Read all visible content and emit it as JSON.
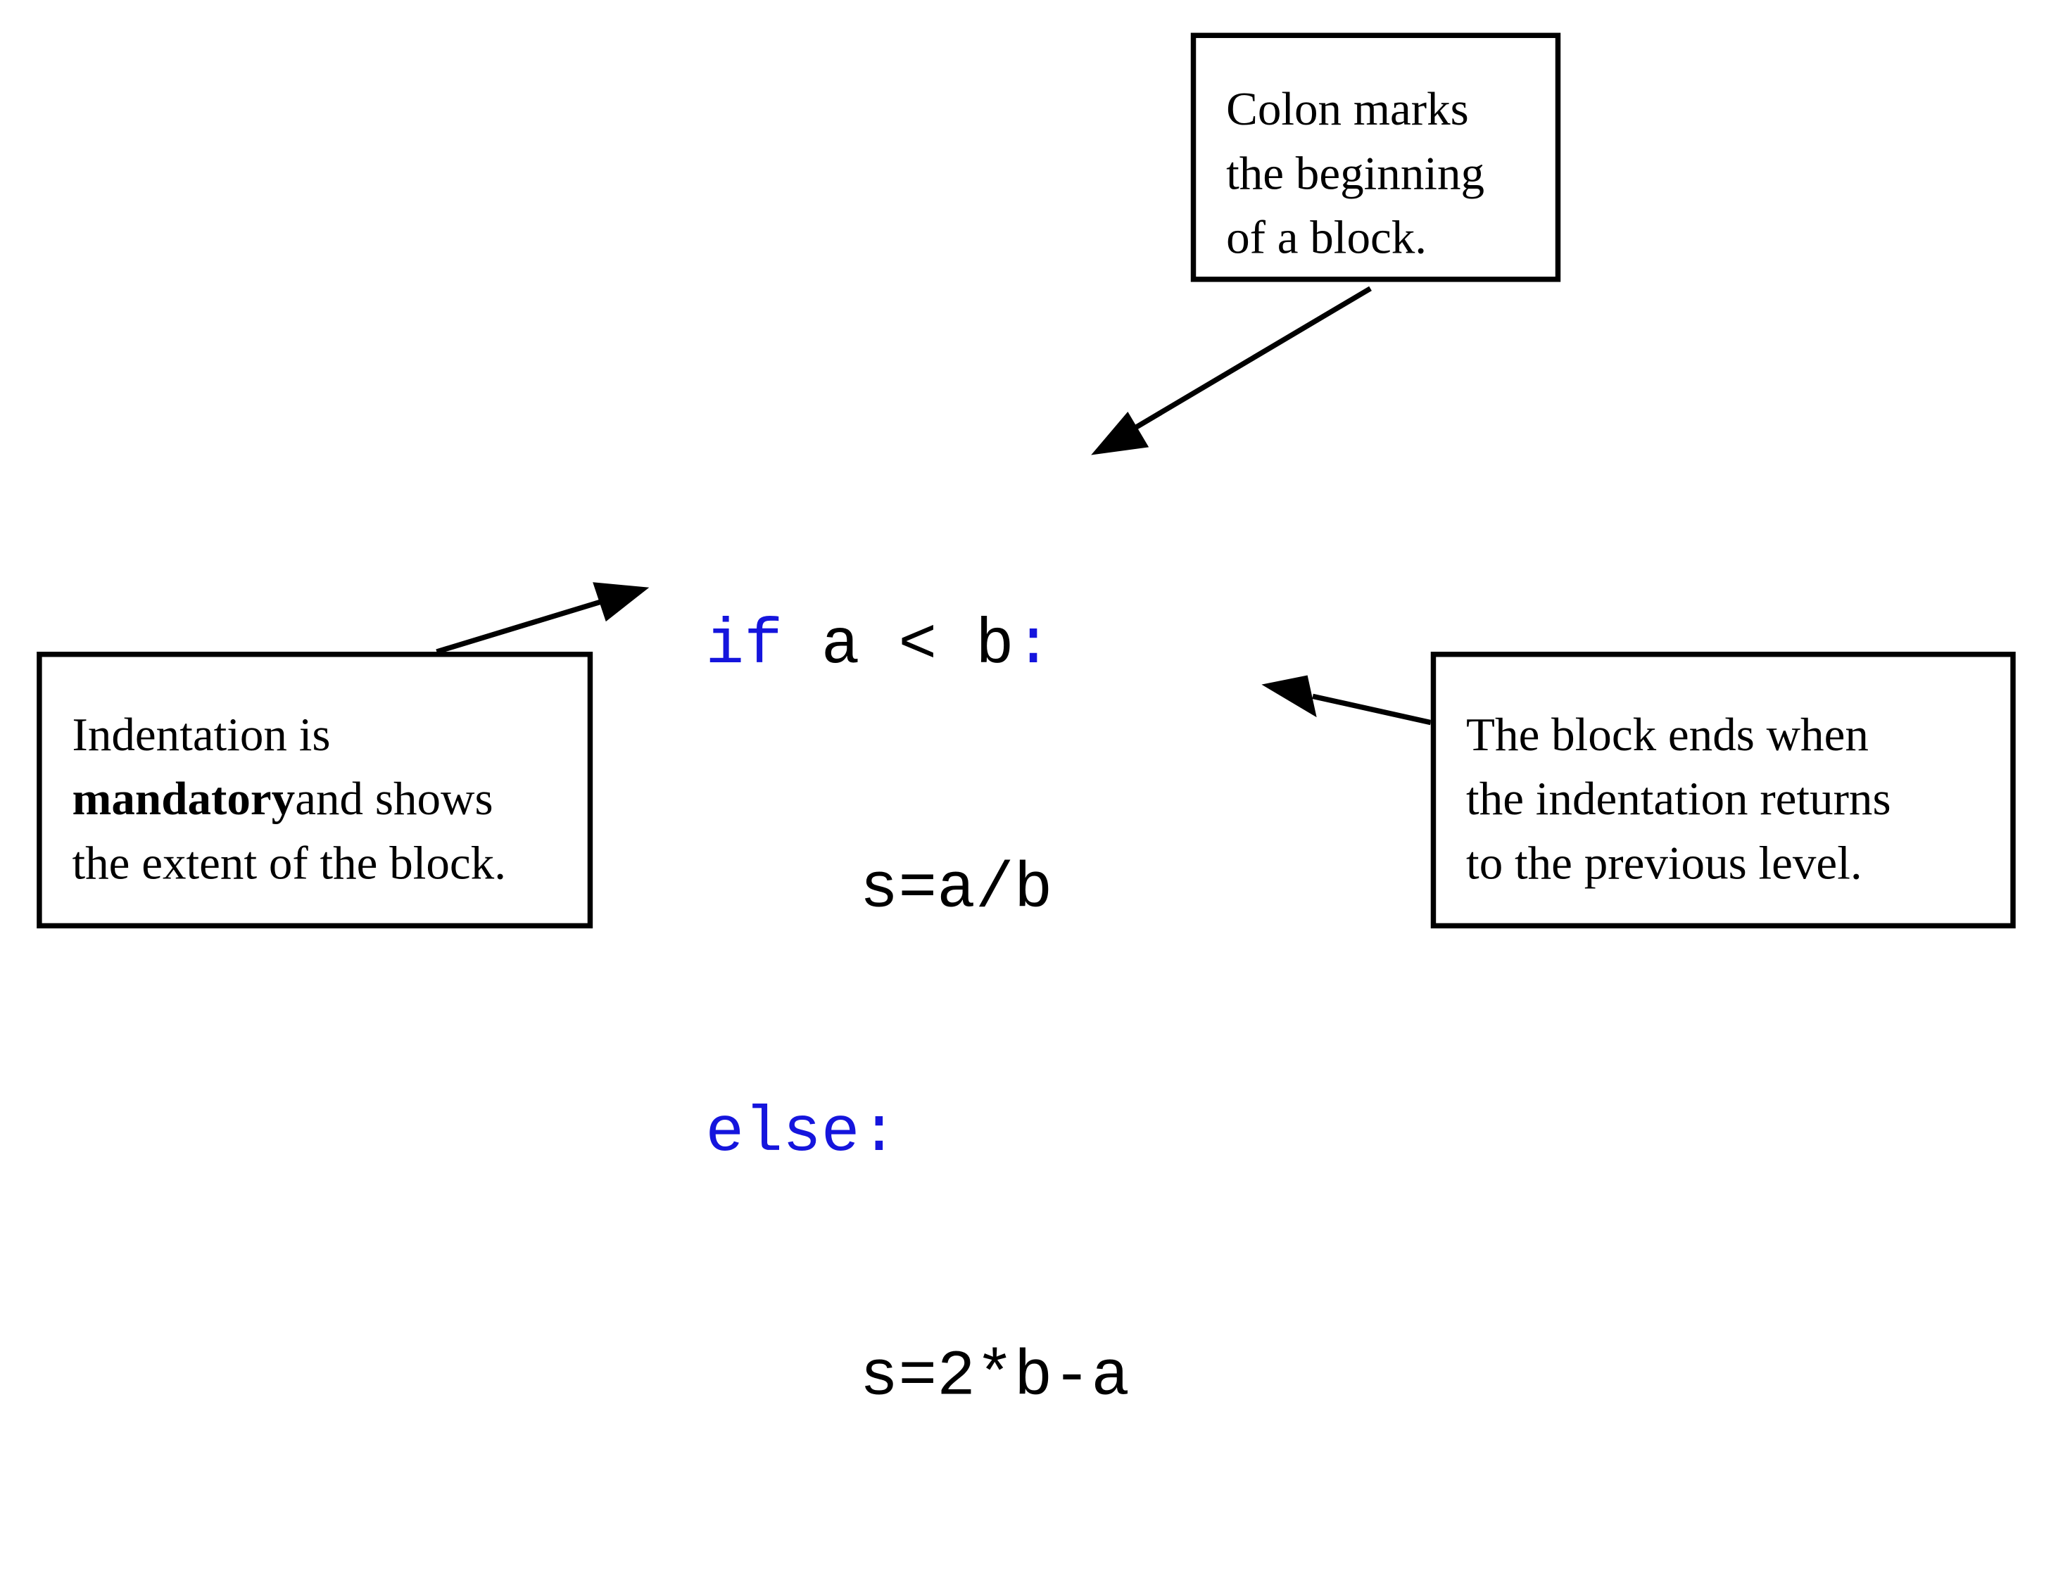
{
  "code": {
    "line1": {
      "keyword": "if",
      "expression": " a < b",
      "colon": ":"
    },
    "line2": {
      "statement": "s=a/b"
    },
    "line3": {
      "keyword": "else",
      "colon": ":"
    },
    "line4": {
      "statement": "s=2*b-a"
    }
  },
  "callouts": {
    "colon": {
      "lines": [
        "Colon marks",
        "the beginning",
        "of a block."
      ]
    },
    "indentation": {
      "line1": "Indentation is",
      "line2_bold": "mandatory",
      "line2_rest": "and shows",
      "line3": "the extent of the block."
    },
    "block_end": {
      "lines": [
        "The block ends when",
        "the indentation returns",
        "to the previous level."
      ]
    }
  },
  "colors": {
    "keyword": "#1515dd",
    "text": "#000000",
    "background": "#ffffff"
  }
}
